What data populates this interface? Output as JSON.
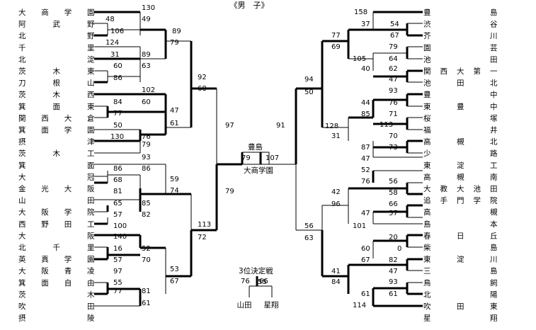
{
  "title": "《男　子》",
  "left_teams": [
    "大商学園",
    "阿武野",
    "北野",
    "千里",
    "北淀",
    "茨木東",
    "刀根山",
    "茨木西",
    "箕面東",
    "関西大倉",
    "箕面学園",
    "摂津",
    "茨木工",
    "箕面",
    "大冠",
    "金光大阪",
    "山田",
    "大阪学院",
    "西野田工",
    "大阪",
    "北千里",
    "英真学園",
    "大阪青凌",
    "箕面自由",
    "茨木",
    "吹田",
    "摂陵"
  ],
  "right_teams": [
    "豊島",
    "渋谷",
    "芥川",
    "園芸",
    "池田",
    "関西大第一",
    "池田北",
    "豊中",
    "東豊中",
    "桜塚",
    "福井",
    "高槻北",
    "少路",
    "東淀工",
    "高槻南",
    "大教大池田",
    "追手門学院",
    "高槻",
    "島本",
    "春日丘",
    "柴島",
    "東淀川",
    "三島",
    "鳥飼",
    "北陽",
    "吹田東",
    "星翔"
  ],
  "final": {
    "champion": "豊島",
    "runner_up": "大商学園",
    "score_left": "79",
    "score_right": "107",
    "semi_left": "97",
    "semi_right": "91"
  },
  "third_place": {
    "label": "3位決定戦",
    "team_left": "山田",
    "team_right": "星翔",
    "score_left": "76",
    "score_right": "66"
  },
  "left_scores": [
    "130",
    "48",
    "49",
    "106",
    "124",
    "31",
    "89",
    "60",
    "63",
    "86",
    "89",
    "79",
    "92",
    "68",
    "102",
    "84",
    "60",
    "77",
    "50",
    "130",
    "76",
    "47",
    "61",
    "79",
    "93",
    "86",
    "86",
    "68",
    "81",
    "65",
    "85",
    "57",
    "82",
    "100",
    "59",
    "74",
    "140",
    "16",
    "52",
    "57",
    "70",
    "97",
    "53",
    "55",
    "77",
    "81",
    "61",
    "67",
    "113",
    "72",
    "79"
  ],
  "right_scores": [
    "158",
    "37",
    "54",
    "67",
    "79",
    "105",
    "64",
    "77",
    "69",
    "40",
    "62",
    "47",
    "94",
    "50",
    "93",
    "44",
    "76",
    "85",
    "71",
    "113",
    "128",
    "31",
    "70",
    "87",
    "73",
    "47",
    "52",
    "76",
    "56",
    "58",
    "42",
    "96",
    "66",
    "47",
    "57",
    "101",
    "56",
    "63",
    "20",
    "60",
    "0",
    "67",
    "82",
    "47",
    "41",
    "84",
    "93",
    "61",
    "61",
    "114",
    "55"
  ]
}
